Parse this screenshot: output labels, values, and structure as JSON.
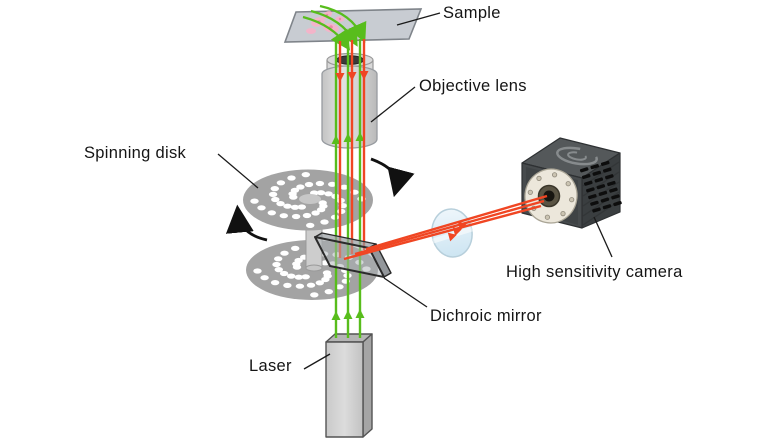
{
  "labels": {
    "sample": "Sample",
    "objective": "Objective lens",
    "spinning_disk": "Spinning disk",
    "dichroic": "Dichroic mirror",
    "laser": "Laser",
    "camera": "High sensitivity camera"
  },
  "colors": {
    "excitation_beam_green": "#58bd1c",
    "emission_beam_red": "#f04623",
    "disk_gray": "#a3a3a3",
    "sample_plate_gray": "#c8ccd2",
    "lens_blue": "#d9ecf7",
    "camera_body_gray": "#474b4d",
    "cell_pink": "#f6b3c9",
    "background": "#ffffff"
  }
}
